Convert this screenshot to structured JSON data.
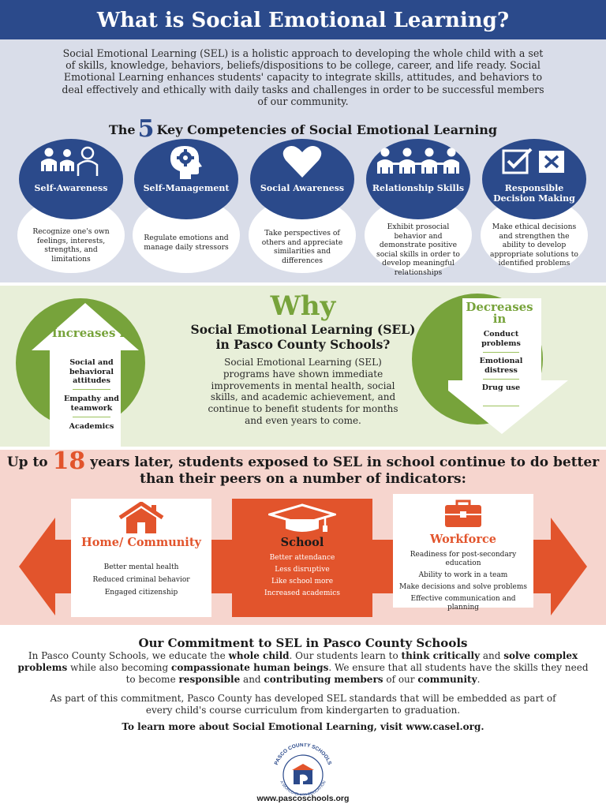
{
  "header": {
    "title": "What is Social Emotional Learning?"
  },
  "intro": {
    "text": "Social Emotional Learning (SEL) is a holistic approach to developing the whole child with a set of skills, knowledge, behaviors, beliefs/dispositions to be college, career, and life ready. Social Emotional Learning enhances students' capacity to integrate skills, attitudes, and behaviors to deal effectively and ethically with daily tasks and challenges in order to be successful members of our community."
  },
  "competencies": {
    "title_pre": "The",
    "title_num": "5",
    "title_post": "Key Competencies of Social Emotional Learning",
    "items": [
      {
        "label": "Self-Awareness",
        "icon": "people-icon",
        "desc": "Recognize one's own feelings, interests, strengths, and limitations"
      },
      {
        "label": "Self-Management",
        "icon": "head-gear-icon",
        "desc": "Regulate emotions and manage daily stressors"
      },
      {
        "label": "Social Awareness",
        "icon": "heart-icon",
        "desc": "Take perspectives of others and appreciate similarities and differences"
      },
      {
        "label": "Relationship Skills",
        "icon": "group-icon",
        "desc": "Exhibit prosocial behavior and demonstrate positive social skills in order to develop meaningful relationships"
      },
      {
        "label": "Responsible Decision Making",
        "icon": "checkbox-icon",
        "desc": "Make ethical decisions and strengthen the ability to develop appropriate solutions to identified problems"
      }
    ]
  },
  "why": {
    "heading": "Why",
    "subheading": "Social Emotional Learning (SEL) in Pasco County Schools?",
    "body": "Social Emotional Learning (SEL) programs have shown immediate improvements in mental health, social skills, and academic achievement, and continue to benefit students for months and even years to come.",
    "increases": {
      "title": "Increases in",
      "items": [
        "Social and behavioral attitudes",
        "Empathy and teamwork",
        "Academics"
      ]
    },
    "decreases": {
      "title": "Decreases in",
      "items": [
        "Conduct problems",
        "Emotional distress",
        "Drug use"
      ]
    }
  },
  "later": {
    "title_pre": "Up to",
    "title_num": "18",
    "title_post": "years later, students exposed to SEL in school continue to do better than their peers on a number of indicators:",
    "home": {
      "title": "Home/ Community",
      "items": [
        "Better mental health",
        "Reduced criminal behavior",
        "Engaged citizenship"
      ]
    },
    "school": {
      "title": "School",
      "items": [
        "Better attendance",
        "Less disruptive",
        "Like school more",
        "Increased academics"
      ]
    },
    "workforce": {
      "title": "Workforce",
      "items": [
        "Readiness for post-secondary education",
        "Ability to work in a team",
        "Make decisions and solve problems",
        "Effective communication and planning"
      ]
    }
  },
  "commitment": {
    "title": "Our Commitment to SEL in Pasco County Schools",
    "p1_a": "In Pasco County Schools, we educate the ",
    "p1_b": "whole child",
    "p1_c": ". Our students learn to ",
    "p1_d": "think critically",
    "p1_e": " and ",
    "p1_f": "solve complex problems",
    "p1_g": " while also becoming ",
    "p1_h": "compassionate human beings",
    "p1_i": ". We ensure that all students have the skills they need to become ",
    "p1_j": "responsible",
    "p1_k": " and ",
    "p1_l": "contributing members",
    "p1_m": " of our ",
    "p1_n": "community",
    "p1_o": ".",
    "p2": "As part of this commitment, Pasco County has developed SEL standards that will be embedded as part of every child's course curriculum from kindergarten to graduation.",
    "learn_more": "To learn more about Social Emotional Learning, visit www.casel.org."
  },
  "logo": {
    "top": "PASCO COUNTY SCHOOLS",
    "bottom": "A WORLD-CLASS EDUCATION"
  },
  "footer": {
    "url": "www.pascoschools.org"
  },
  "colors": {
    "navy": "#2b4a8b",
    "green": "#77a33b",
    "orange": "#e2542c",
    "pink": "#f6d5ce",
    "lavender": "#d9dde9"
  }
}
